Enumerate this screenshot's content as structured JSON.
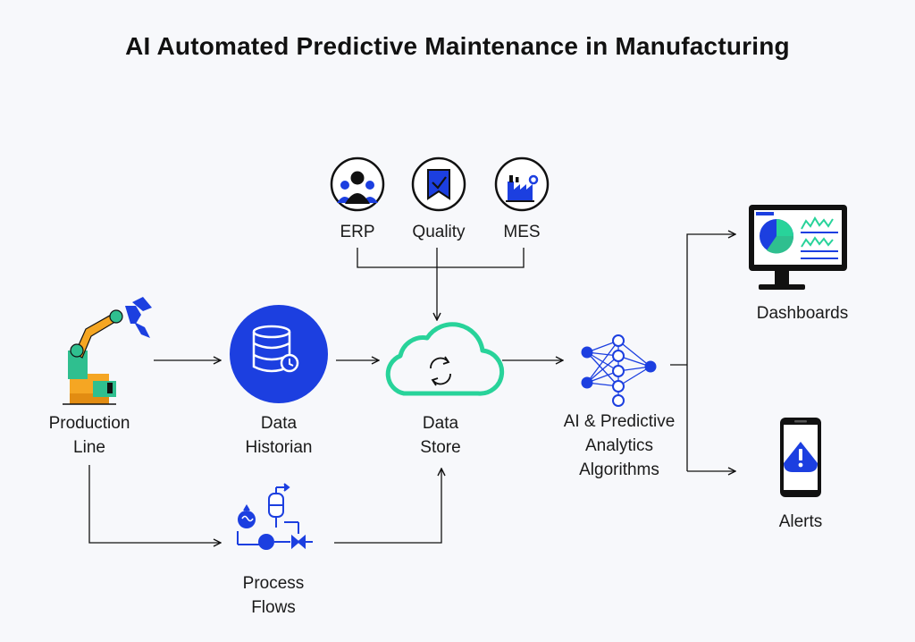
{
  "title": "AI Automated Predictive Maintenance in Manufacturing",
  "nodes": {
    "production_line": {
      "line1": "Production",
      "line2": "Line"
    },
    "data_historian": {
      "line1": "Data",
      "line2": "Historian"
    },
    "data_store": {
      "line1": "Data",
      "line2": "Store"
    },
    "ai_analytics": {
      "line1": "AI & Predictive",
      "line2": "Analytics",
      "line3": "Algorithms"
    },
    "process_flows": {
      "line1": "Process",
      "line2": "Flows"
    },
    "erp": {
      "label": "ERP"
    },
    "quality": {
      "label": "Quality"
    },
    "mes": {
      "label": "MES"
    },
    "dashboards": {
      "label": "Dashboards"
    },
    "alerts": {
      "label": "Alerts"
    }
  },
  "icons": {
    "production_line": "robot-arm-icon",
    "data_historian": "database-clock-icon",
    "data_store": "cloud-sync-icon",
    "ai_analytics": "neural-network-icon",
    "process_flows": "process-flow-icon",
    "erp": "people-icon",
    "quality": "ribbon-check-icon",
    "mes": "factory-gear-icon",
    "dashboards": "monitor-dashboard-icon",
    "alerts": "phone-alert-icon"
  },
  "colors": {
    "blue": "#1c3fe0",
    "green": "#28d39a",
    "orange": "#f5a623",
    "teal": "#2fbf8f",
    "dark": "#111111"
  }
}
